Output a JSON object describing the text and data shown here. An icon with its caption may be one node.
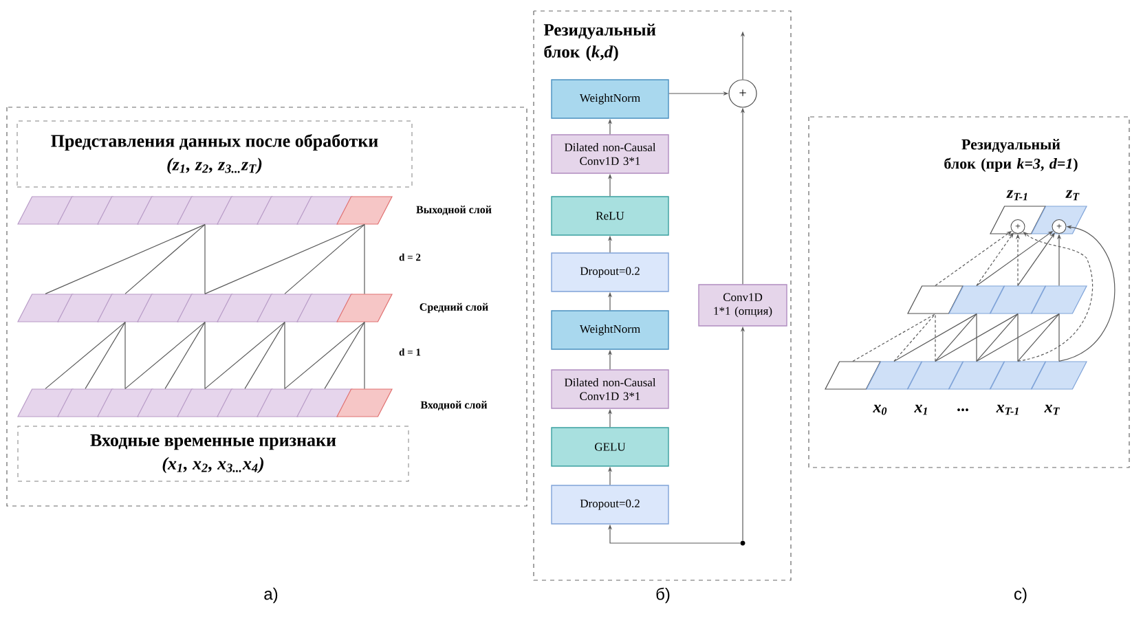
{
  "diagram": {
    "nodes": [
      {
        "text": [
          "Представления данных после обработки",
          "(z$_{1}$, z$_{2}$, z$_{3...}$z$_{T}$)"
        ]
      },
      {
        "text": [],
        "shape": "parallelogram"
      },
      {
        "text": [],
        "shape": "parallelogram"
      },
      {
        "text": [],
        "shape": "parallelogram"
      },
      {
        "text": [],
        "shape": "parallelogram"
      },
      {
        "text": [],
        "shape": "parallelogram"
      },
      {
        "text": [],
        "shape": "parallelogram"
      },
      {
        "text": [],
        "shape": "parallelogram"
      },
      {
        "text": [],
        "shape": "parallelogram"
      },
      {
        "text": [],
        "shape": "parallelogram"
      },
      {
        "text": [],
        "shape": "parallelogram"
      },
      {
        "text": [],
        "shape": "parallelogram"
      },
      {
        "text": [],
        "shape": "parallelogram"
      },
      {
        "text": [],
        "shape": "parallelogram"
      },
      {
        "text": [],
        "shape": "parallelogram"
      },
      {
        "text": [],
        "shape": "parallelogram"
      },
      {
        "text": [],
        "shape": "parallelogram"
      },
      {
        "text": [],
        "shape": "parallelogram"
      },
      {
        "text": [],
        "shape": "parallelogram"
      },
      {
        "text": [],
        "shape": "parallelogram"
      },
      {
        "text": [],
        "shape": "parallelogram"
      },
      {
        "text": [],
        "shape": "parallelogram"
      },
      {
        "text": [],
        "shape": "parallelogram"
      },
      {
        "text": [],
        "shape": "parallelogram"
      },
      {
        "text": [],
        "shape": "parallelogram"
      },
      {
        "text": [],
        "shape": "parallelogram"
      },
      {
        "text": [],
        "shape": "parallelogram"
      },
      {
        "text": [],
        "shape": "parallelogram"
      },
      {
        "text": [
          "Входные временные признаки",
          "(x$_{1}$, x$_{2}$, x$_{3...}$x$_{4}$)"
        ]
      },
      {
        "text": [
          "WeightNorm"
        ]
      },
      {
        "text": [
          "Dilated non-Causal Conv1D 3*1"
        ]
      },
      {
        "text": [
          "ReLU"
        ]
      },
      {
        "text": [
          "Dropout=0.2"
        ]
      },
      {
        "text": [
          "WeightNorm"
        ]
      },
      {
        "text": [
          "Dilated non-Causal Conv1D 3*1"
        ]
      },
      {
        "text": [
          "GELU"
        ]
      },
      {
        "text": [
          "Dropout=0.2"
        ]
      },
      {
        "text": [
          "Conv1D 1*1 (опция)"
        ]
      },
      {
        "text": [
          "+"
        ]
      },
      {
        "text": [],
        "shape": "dot"
      },
      {
        "text": [],
        "shape": "parallelogram"
      },
      {
        "text": [],
        "shape": "parallelogram"
      },
      {
        "text": [
          "+"
        ],
        "in": 40
      },
      {
        "text": [
          "+"
        ],
        "in": 41
      },
      {
        "text": [],
        "shape": "parallelogram"
      },
      {
        "text": [],
        "shape": "parallelogram"
      },
      {
        "text": [],
        "shape": "parallelogram"
      },
      {
        "text": [],
        "shape": "parallelogram"
      },
      {
        "text": [],
        "shape": "parallelogram"
      },
      {
        "text": [],
        "shape": "parallelogram"
      },
      {
        "text": [],
        "shape": "parallelogram"
      },
      {
        "text": [],
        "shape": "parallelogram"
      },
      {
        "text": [],
        "shape": "parallelogram"
      },
      {
        "text": [],
        "shape": "parallelogram"
      }
    ],
    "edges": [
      {
        "from": 19,
        "to": 12,
        "arrow": "none"
      },
      {
        "from": 20,
        "to": 12,
        "arrow": "none"
      },
      {
        "from": 21,
        "to": 12,
        "arrow": "none"
      },
      {
        "from": 21,
        "to": 14,
        "arrow": "none"
      },
      {
        "from": 22,
        "to": 14,
        "arrow": "none"
      },
      {
        "from": 23,
        "to": 14,
        "arrow": "none"
      },
      {
        "from": 23,
        "to": 16,
        "arrow": "none"
      },
      {
        "from": 24,
        "to": 16,
        "arrow": "none"
      },
      {
        "from": 25,
        "to": 16,
        "arrow": "none"
      },
      {
        "from": 25,
        "to": 18,
        "arrow": "none"
      },
      {
        "from": 26,
        "to": 18,
        "arrow": "none"
      },
      {
        "from": 27,
        "to": 18,
        "arrow": "none"
      },
      {
        "from": 10,
        "to": 5,
        "arrow": "none"
      },
      {
        "from": 12,
        "to": 5,
        "arrow": "none"
      },
      {
        "from": 14,
        "to": 5,
        "arrow": "none"
      },
      {
        "from": 14,
        "to": 9,
        "arrow": "none"
      },
      {
        "from": 16,
        "to": 9,
        "arrow": "none"
      },
      {
        "from": 18,
        "to": 9,
        "arrow": "none"
      },
      {
        "from": 39,
        "to": 36,
        "arrow": "to"
      },
      {
        "from": 39,
        "to": 37,
        "arrow": "to"
      },
      {
        "from": 36,
        "to": 35,
        "arrow": "to"
      },
      {
        "from": 35,
        "to": 34,
        "arrow": "to"
      },
      {
        "from": 34,
        "to": 33,
        "arrow": "to"
      },
      {
        "from": 33,
        "to": 32,
        "arrow": "to"
      },
      {
        "from": 32,
        "to": 31,
        "arrow": "to"
      },
      {
        "from": 31,
        "to": 30,
        "arrow": "to"
      },
      {
        "from": 30,
        "to": 29,
        "arrow": "to"
      },
      {
        "from": 29,
        "to": 38,
        "arrow": "to"
      },
      {
        "from": 37,
        "to": 38,
        "arrow": "to"
      },
      {
        "from": 38,
        "to": null,
        "arrow": "to"
      },
      {
        "from": 48,
        "to": 44,
        "arrow": "none",
        "style": "dashed"
      },
      {
        "from": 49,
        "to": 44,
        "arrow": "none",
        "style": "dashed"
      },
      {
        "from": 50,
        "to": 44,
        "arrow": "none",
        "style": "dashed"
      },
      {
        "from": 49,
        "to": 45,
        "arrow": "none"
      },
      {
        "from": 50,
        "to": 45,
        "arrow": "none"
      },
      {
        "from": 51,
        "to": 45,
        "arrow": "none"
      },
      {
        "from": 50,
        "to": 46,
        "arrow": "none"
      },
      {
        "from": 51,
        "to": 46,
        "arrow": "none"
      },
      {
        "from": 52,
        "to": 46,
        "arrow": "none"
      },
      {
        "from": 51,
        "to": 47,
        "arrow": "none"
      },
      {
        "from": 52,
        "to": 47,
        "arrow": "none"
      },
      {
        "from": 53,
        "to": 47,
        "arrow": "none"
      },
      {
        "from": 44,
        "to": 42,
        "arrow": "to",
        "style": "dashed"
      },
      {
        "from": 45,
        "to": 42,
        "arrow": "to",
        "style": "dashed"
      },
      {
        "from": 46,
        "to": 42,
        "arrow": "to",
        "style": "dashed"
      },
      {
        "from": 45,
        "to": 43,
        "arrow": "to"
      },
      {
        "from": 46,
        "to": 43,
        "arrow": "to"
      },
      {
        "from": 47,
        "to": 43,
        "arrow": "to"
      },
      {
        "from": 53,
        "to": 43,
        "arrow": "to"
      },
      {
        "from": 52,
        "to": 42,
        "arrow": "to",
        "style": "dashed"
      }
    ],
    "labels": [
      "Выходной слой",
      "d = 2",
      "Средний слой",
      "d = 1",
      "Входной слой",
      "Резидуальный блок (*k*,*d*)",
      "Резидуальный блок (при *k=3*, *d=1*)",
      "z$_{T-1}$",
      "z$_{T}$",
      "x$_{0}$",
      "x$_{1}$",
      "...",
      "x$_{T-1}$",
      "x$_{T}$",
      "а)",
      "б)",
      "c)"
    ]
  }
}
